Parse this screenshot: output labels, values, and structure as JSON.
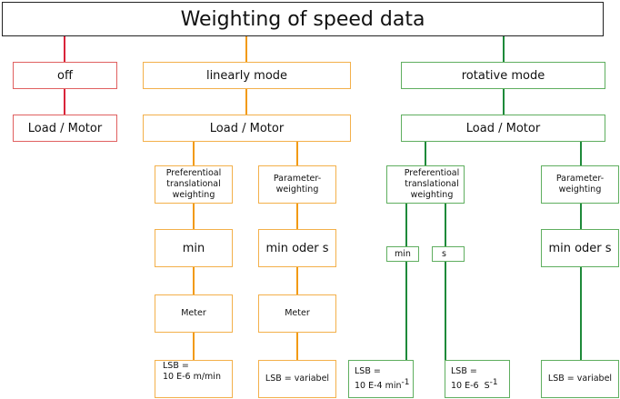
{
  "title": "Weighting of speed data",
  "colors": {
    "off": "#d9243a",
    "linear": "#f29a12",
    "rotative": "#1e8a3a"
  },
  "off": {
    "label": "off",
    "sub": "Load / Motor"
  },
  "linear": {
    "label": "linearly mode",
    "sub": "Load / Motor",
    "pref": {
      "label": "Preferentioal translational weighting",
      "unit": "min",
      "meter": "Meter",
      "lsb_line1": "LSB =",
      "lsb_line2": "10 E-6 m/min"
    },
    "param": {
      "label": "Parameter- weighting",
      "unit": "min oder s",
      "meter": "Meter",
      "lsb": "LSB = variabel"
    }
  },
  "rotative": {
    "label": "rotative mode",
    "sub": "Load / Motor",
    "pref": {
      "label": "Preferentioal translational weighting",
      "unit_min": "min",
      "unit_s": "s",
      "lsb_min_line1": "LSB =",
      "lsb_min_line2": "10 E-4 min",
      "lsb_min_exp": "-1",
      "lsb_s_line1": "LSB =",
      "lsb_s_line2": "10 E-6  S",
      "lsb_s_exp": "-1"
    },
    "param": {
      "label": "Parameter- weighting",
      "unit": "min oder s",
      "lsb": "LSB = variabel"
    }
  }
}
